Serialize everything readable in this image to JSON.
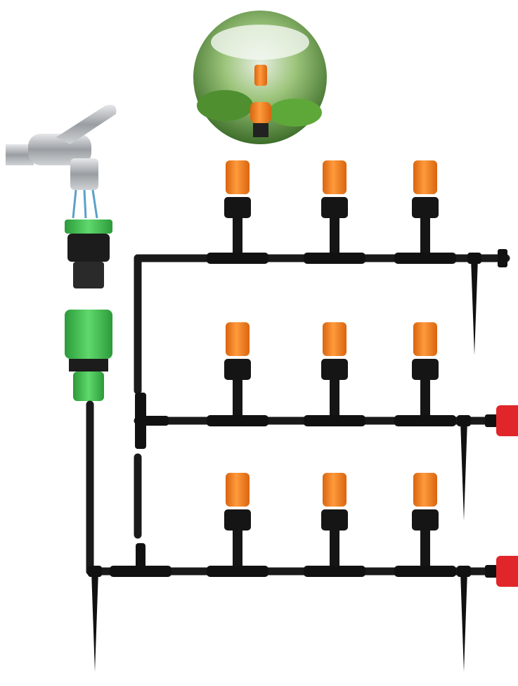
{
  "product": {
    "components": [
      "faucet-icon",
      "hose-connector-icon",
      "quick-connector-icon",
      "tube",
      "tee-connector-icon",
      "mist-nozzle-icon",
      "ground-stake-icon",
      "end-plug-icon",
      "spray-photo"
    ],
    "sprinkler_rows": 3,
    "sprinklers_per_row": 3
  },
  "colors": {
    "tube": "#1a1a1a",
    "nozzle_cap": "#f07d1e",
    "connector_green": "#3fbf4f",
    "end_plug_red": "#e0262a",
    "faucet_silver": "#b8bcc0",
    "photo_foliage": "#5a9a3a"
  }
}
